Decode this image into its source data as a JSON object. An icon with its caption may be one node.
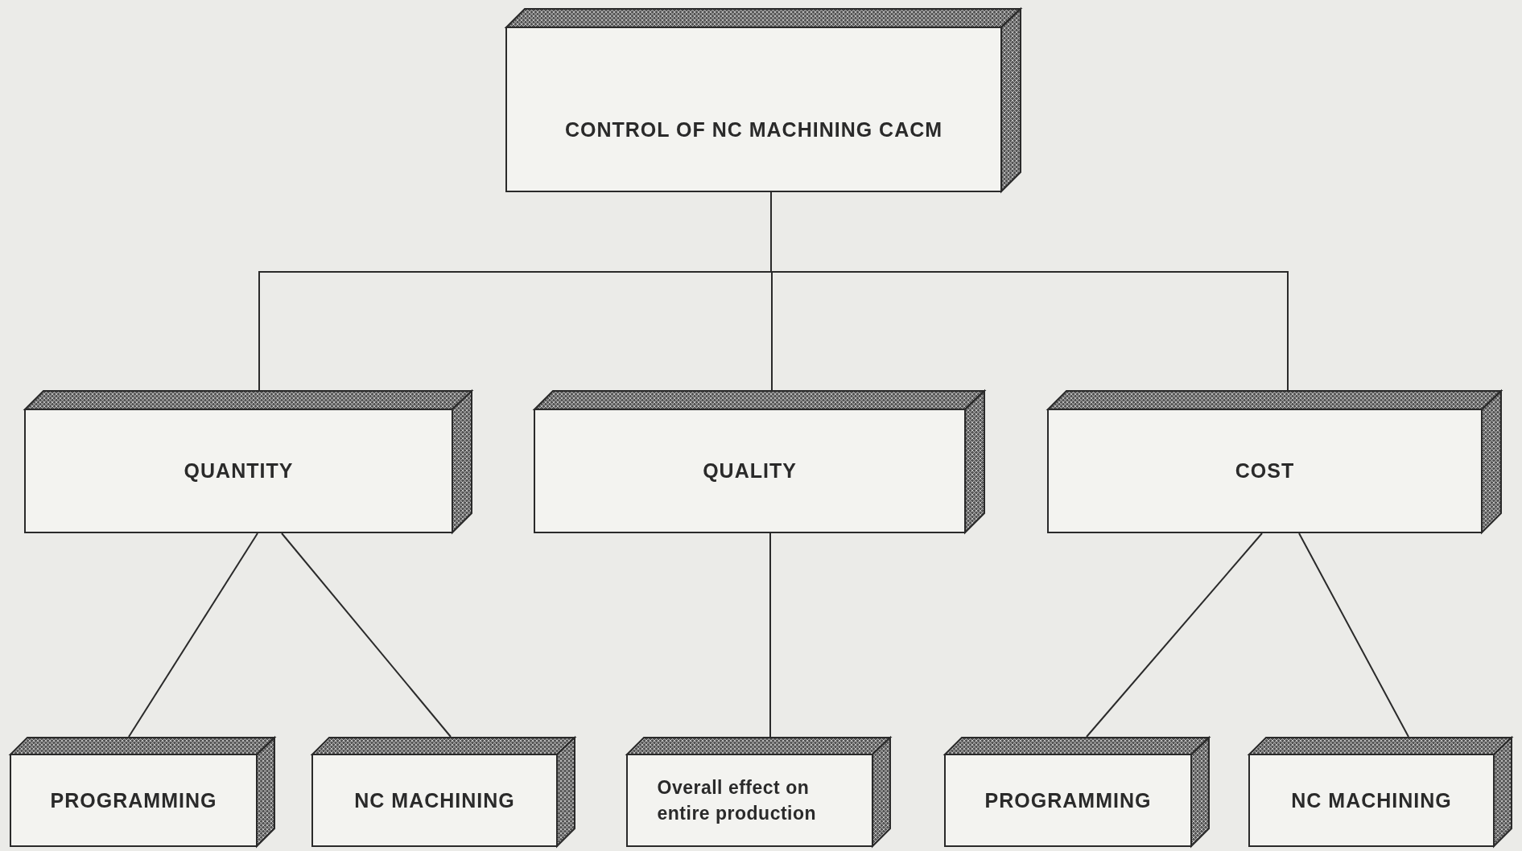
{
  "diagram": {
    "nodes": [
      {
        "text": [
          "CONTROL OF NC MACHINING CACM"
        ]
      },
      {
        "text": [
          "QUANTITY"
        ]
      },
      {
        "text": [
          "QUALITY"
        ]
      },
      {
        "text": [
          "COST"
        ]
      },
      {
        "text": [
          "PROGRAMMING"
        ]
      },
      {
        "text": [
          "NC MACHINING"
        ]
      },
      {
        "text": [
          "Overall effect on entire production"
        ]
      },
      {
        "text": [
          "PROGRAMMING"
        ]
      },
      {
        "text": [
          "NC MACHINING"
        ]
      }
    ],
    "edges": [
      {
        "from": 0,
        "to": 1,
        "arrow": "none"
      },
      {
        "from": 0,
        "to": 2,
        "arrow": "none"
      },
      {
        "from": 0,
        "to": 3,
        "arrow": "none"
      },
      {
        "from": 1,
        "to": 4,
        "arrow": "none"
      },
      {
        "from": 1,
        "to": 5,
        "arrow": "none"
      },
      {
        "from": 2,
        "to": 6,
        "arrow": "none"
      },
      {
        "from": 3,
        "to": 7,
        "arrow": "none"
      },
      {
        "from": 3,
        "to": 8,
        "arrow": "none"
      }
    ]
  }
}
